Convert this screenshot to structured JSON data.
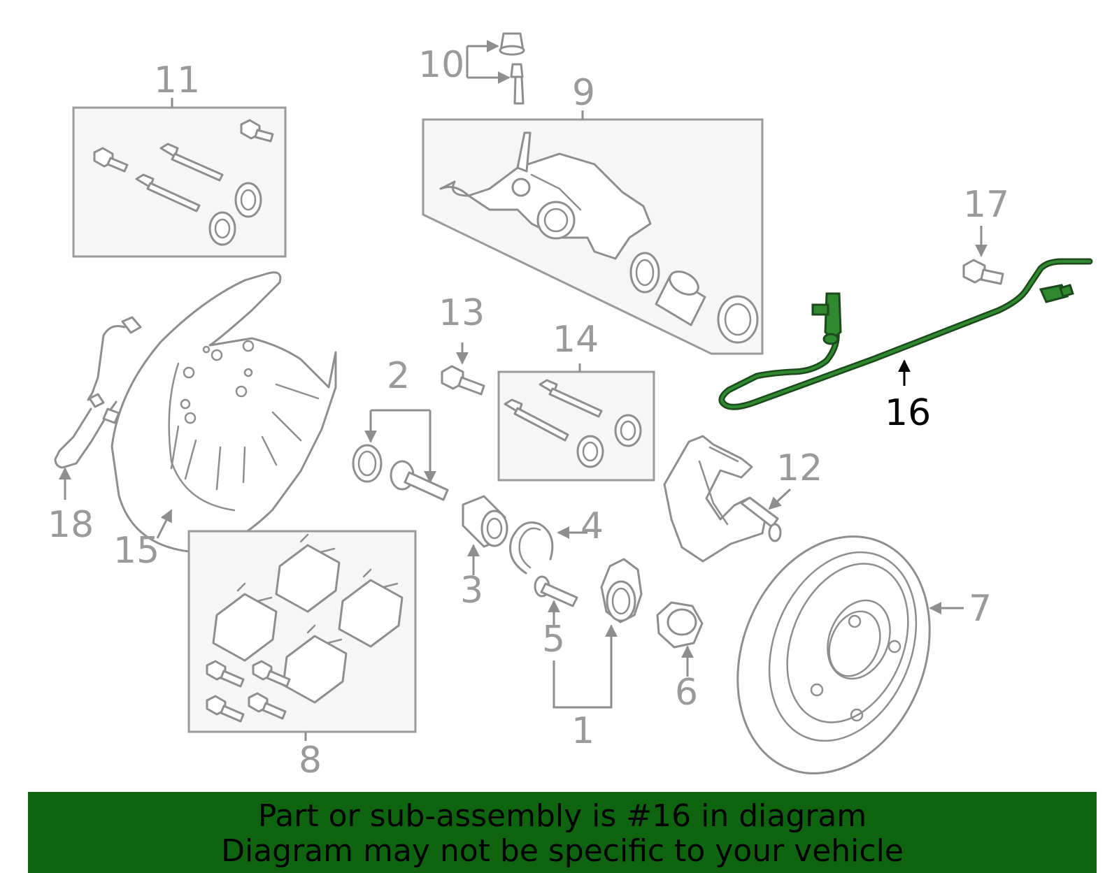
{
  "callouts": {
    "c1": "1",
    "c2": "2",
    "c3": "3",
    "c4": "4",
    "c5": "5",
    "c6": "6",
    "c7": "7",
    "c8": "8",
    "c9": "9",
    "c10": "10",
    "c11": "11",
    "c12": "12",
    "c13": "13",
    "c14": "14",
    "c15": "15",
    "c16": "16",
    "c17": "17",
    "c18": "18"
  },
  "highlighted_part": "16",
  "colors": {
    "highlight_green": "#2f8a2f",
    "banner_green": "#0f6410",
    "line_gray": "#9a9a9a"
  },
  "banner": {
    "line1": "Part or sub-assembly is #16 in diagram",
    "line2": "Diagram may not be specific to your vehicle"
  }
}
